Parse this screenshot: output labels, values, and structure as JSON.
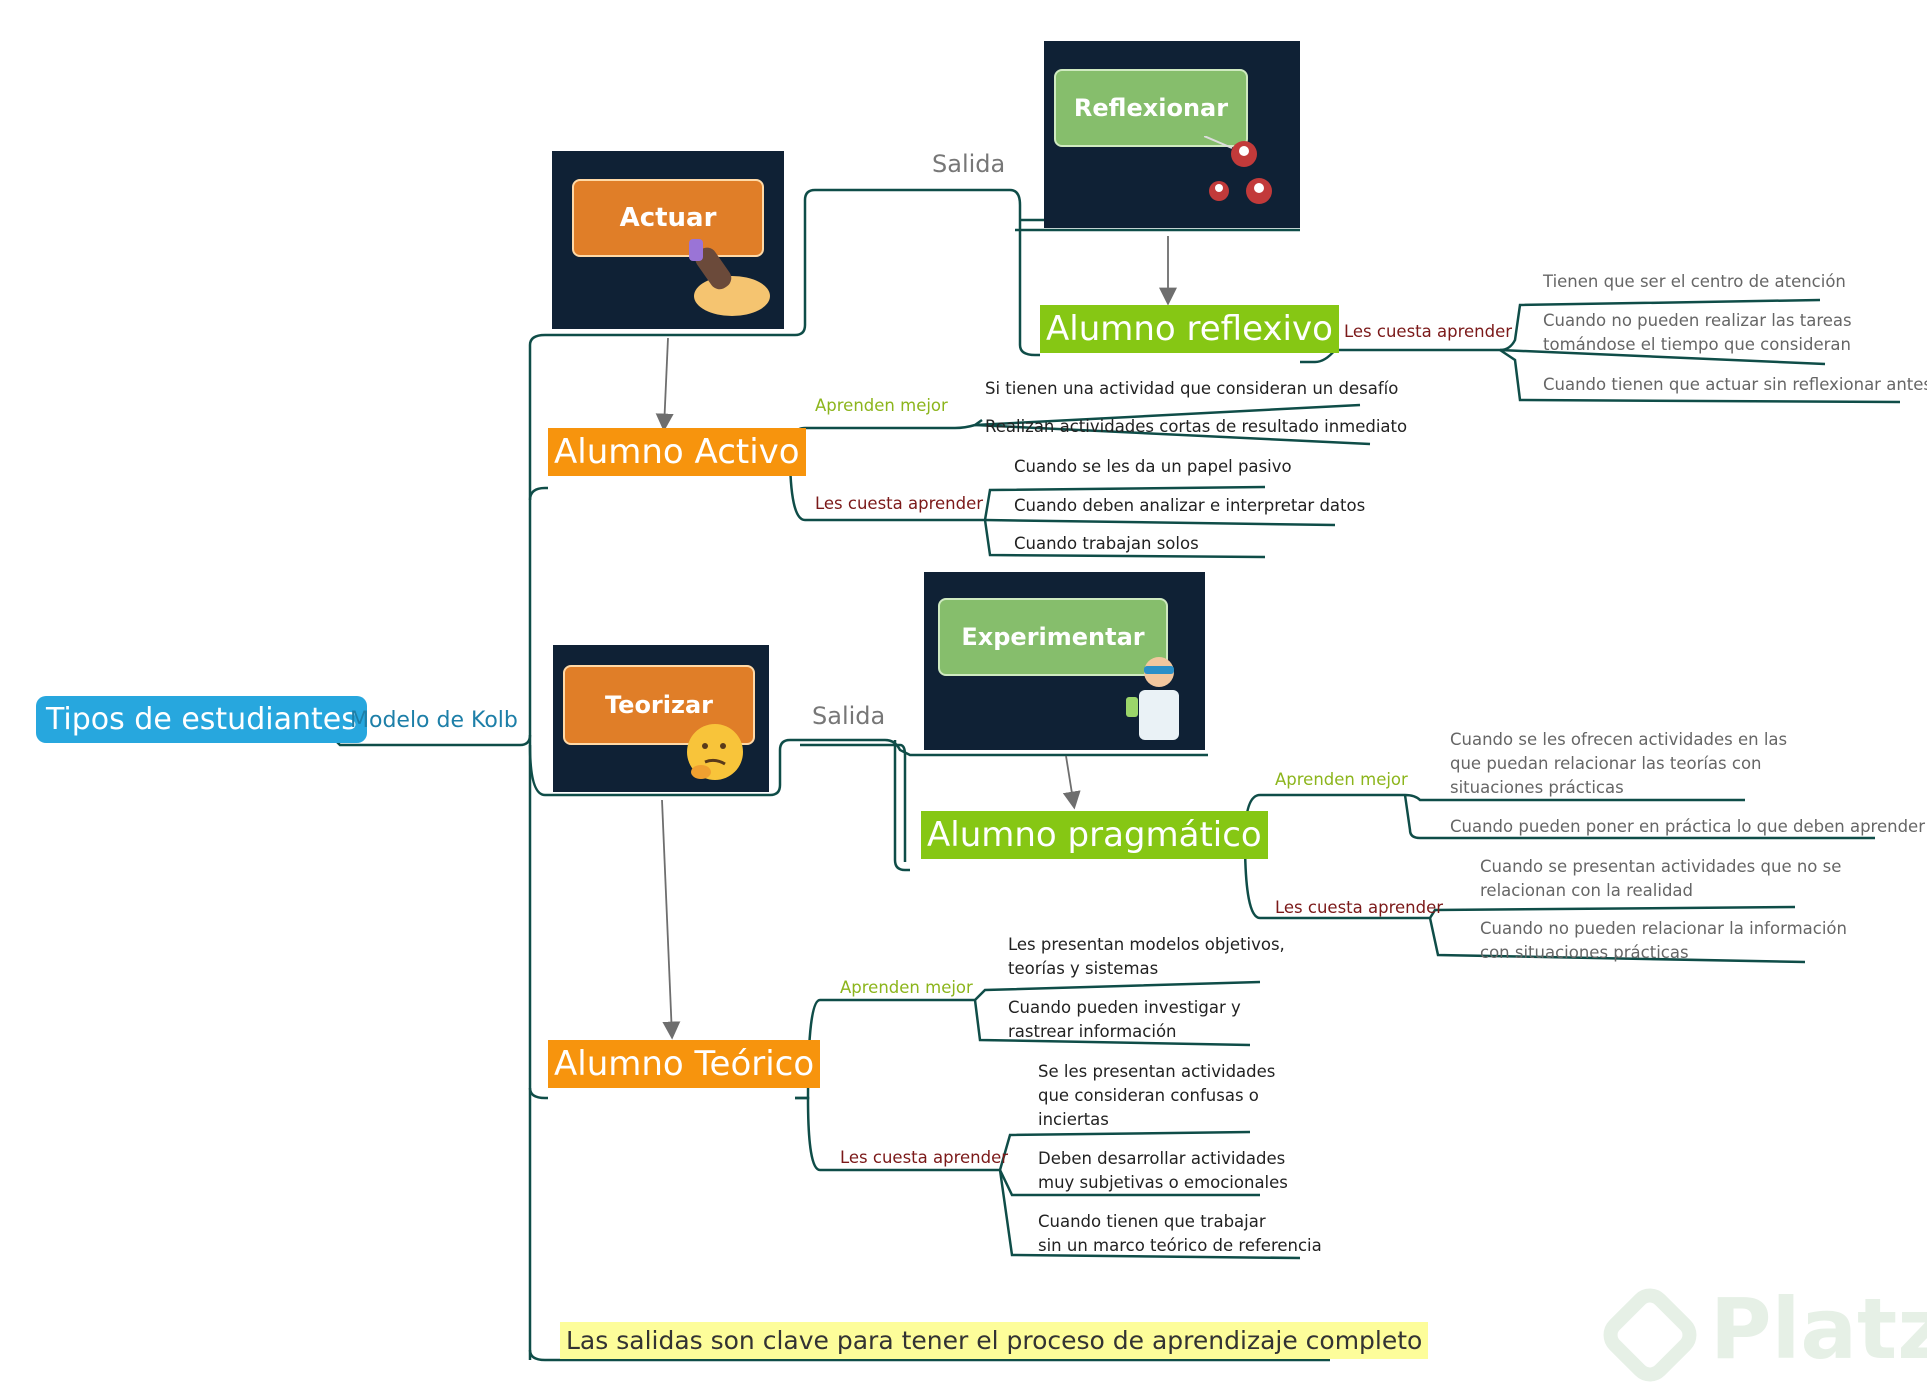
{
  "root": {
    "label": "Tipos de estudiantes"
  },
  "branch": {
    "label": "Modelo de Kolb"
  },
  "exit_label": "Salida",
  "learn_best": "Aprenden mejor",
  "hard_to_learn": "Les cuesta aprender",
  "images": {
    "actuar": "Actuar",
    "reflexionar": "Reflexionar",
    "teorizar": "Teorizar",
    "experimentar": "Experimentar"
  },
  "students": {
    "activo": {
      "title": "Alumno Activo",
      "learn_best": [
        "Si tienen una actividad que consideran un desafío",
        "Realizan actividades cortas de resultado inmediato"
      ],
      "hard": [
        "Cuando se les da un papel pasivo",
        "Cuando deben analizar e interpretar datos",
        "Cuando trabajan solos"
      ]
    },
    "reflexivo": {
      "title": "Alumno reflexivo",
      "hard": [
        "Tienen que ser el centro de atención",
        "Cuando no pueden realizar las tareas",
        "tomándose el tiempo que consideran",
        "Cuando tienen que actuar sin reflexionar antes"
      ]
    },
    "pragmatico": {
      "title": "Alumno pragmático",
      "learn_best": [
        "Cuando se les ofrecen actividades en las",
        "que puedan relacionar las teorías con",
        "situaciones prácticas",
        "Cuando pueden poner en práctica lo que deben aprender"
      ],
      "hard": [
        "Cuando se presentan actividades que no se",
        "relacionan con la realidad",
        "Cuando no pueden relacionar la información",
        "con situaciones prácticas"
      ]
    },
    "teorico": {
      "title": "Alumno Teórico",
      "learn_best": [
        "Les presentan modelos objetivos,",
        "teorías y sistemas",
        "Cuando pueden investigar y",
        "rastrear información"
      ],
      "hard": [
        "Se les presentan actividades",
        "que consideran confusas o",
        "inciertas",
        "Deben desarrollar actividades",
        "muy subjetivas o emocionales",
        "Cuando tienen que trabajar",
        "sin un marco teórico de referencia"
      ]
    }
  },
  "note": "Las salidas son clave para tener el proceso de aprendizaje completo",
  "watermark": "Platzi",
  "colors": {
    "line": "#0f4d48",
    "root": "#27a7de",
    "orange_topic": "#f7940d",
    "green_topic": "#86c714",
    "image_bg": "#0f2135",
    "note_bg": "#fdfd9a"
  }
}
